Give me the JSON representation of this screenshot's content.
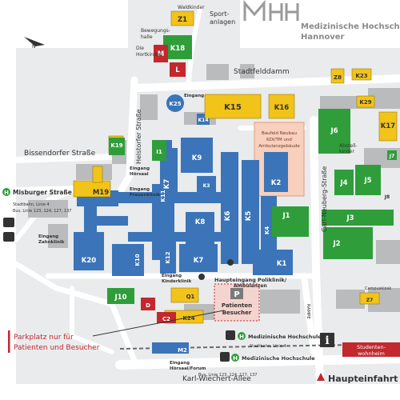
{
  "header": {
    "logo_text": "MHH",
    "institution_line1": "Medizinische Hochschule",
    "institution_line2": "Hannover"
  },
  "colors": {
    "blue": "#3b74b8",
    "yellow": "#f2c318",
    "green": "#2f9e3a",
    "red": "#c2282e",
    "grey": "#b9bbbd",
    "road": "#ffffff",
    "ground": "#e9ebec",
    "text_red": "#c2282e",
    "text_dark": "#333333"
  },
  "streets": {
    "stadtfelddamm": "Stadtfelddamm",
    "helstorfer": "Helstorfer Straße",
    "bissendorfer": "Bissendorfer Straße",
    "misburger": "Misburger Straße",
    "carl_neuberg": "Carl-Neuberg-Straße",
    "karl_wiechert": "Karl-Wiechert-Allee",
    "sportanlagen_1": "Sport-",
    "sportanlagen_2": "anlagen"
  },
  "places": {
    "waldkinder": "Waldkinder",
    "bewegungshalle_1": "Bewegungs-",
    "bewegungshalle_2": "halle",
    "hortkinder_1": "Die",
    "hortkinder_2": "Hortkinder",
    "studenten_1": "Studenten-",
    "studenten_2": "wohnheim",
    "abstell": "Abstell-",
    "abstell_2": "kinder",
    "rampe": "RAMPE",
    "campuskiosk": "Campuskiosk"
  },
  "neubau": {
    "line1": "Baufeld Neubau",
    "line2": "KDI/TM und",
    "line3": "Ambulanzgebäude"
  },
  "entrances": {
    "eingang": "Eingang",
    "zahnklinik_1": "Eingang",
    "zahnklinik_2": "Zahnklinik",
    "kinderklinik_1": "Eingang",
    "kinderklinik_2": "Kinderklinik",
    "frauenklinik_1": "Eingang",
    "frauenklinik_2": "Frauenklinik",
    "hoersaal_1": "Eingang",
    "hoersaal_2": "Hörsaal",
    "forum_1": "Eingang",
    "forum_2": "Hörsaal/Forum",
    "main_1": "Haupteingang Poliklinik/",
    "main_2": "Ambulanzen",
    "main_drive": "Haupteinfahrt"
  },
  "parking": {
    "symbol": "P",
    "label_1": "Patienten",
    "label_2": "Besucher",
    "callout_1": "Parkplatz nur für",
    "callout_2": "Patienten und Besucher"
  },
  "transit": {
    "misburger_stop": "Misburger Straße",
    "misburger_detail_1": "Stadtbahn, Linie 4",
    "misburger_detail_2": "Bus, Linie 123, 124, 127, 137",
    "mhh_stop_1": "Medizinische Hochschule",
    "mhh_stop_2": "Medizinische Hochschule",
    "mhh_stadtbahn": "Stadtbahn, Linie 4",
    "mhh_bus": "Bus, Linie 123, 124, 127, 137",
    "stop_symbol": "H"
  },
  "buildings": {
    "Z1": "Z1",
    "K18": "K18",
    "M": "M",
    "L": "L",
    "Z8": "Z8",
    "K23": "K23",
    "K29": "K29",
    "K15": "K15",
    "K16": "K16",
    "K25": "K25",
    "K14": "K14",
    "K17": "K17",
    "J6": "J6",
    "J7": "J7",
    "J5": "J5",
    "J4": "J4",
    "J8": "J8",
    "J3": "J3",
    "J2": "J2",
    "J1": "J1",
    "K19": "K19",
    "M19": "M19",
    "I1": "I1",
    "K9": "K9",
    "K7A": "K7",
    "K6": "K6",
    "K5": "K5",
    "K4": "K4",
    "K2": "K2",
    "K1": "K1",
    "K3": "K3",
    "K8": "K8",
    "K7": "K7",
    "K10": "K10",
    "K11": "K11",
    "K12": "K12",
    "K20": "K20",
    "J10": "J10",
    "D": "D",
    "C2": "C2",
    "K24": "K24",
    "Q1": "Q1",
    "M2": "M2",
    "Z7": "Z7"
  },
  "info_symbol": "i",
  "compass": "N"
}
